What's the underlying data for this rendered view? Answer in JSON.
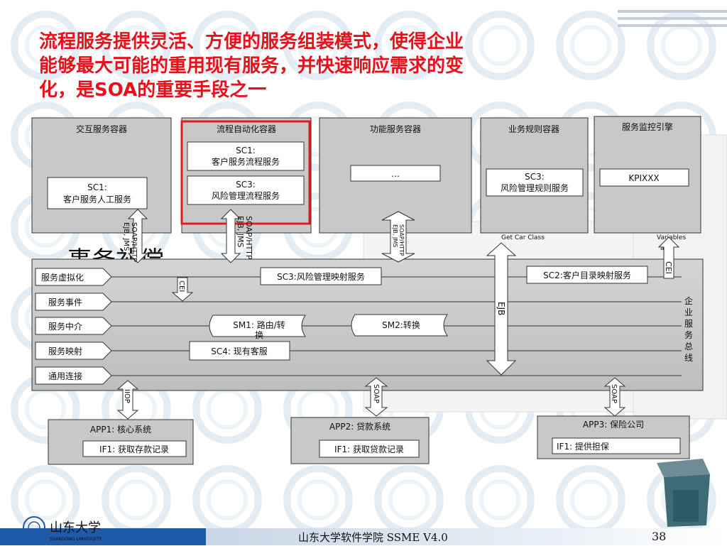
{
  "slide": {
    "title_lines": [
      "流程服务提供灵活、方便的服务组装模式，使得企业",
      "能够最大可能的重用现有服务，并快速响应需求的变",
      "化，是SOA的重要手段之一"
    ],
    "footer": "山东大学软件学院    SSME V4.0",
    "page_number": "38",
    "school_logo_text": "山东大学",
    "school_logo_sub": "SHANDONG UNIVERSITY"
  },
  "background_text": {
    "line1": "事务补偿",
    "line2": "Get Car Class",
    "line3": "Variables",
    "line4": "able"
  },
  "containers": {
    "interaction": {
      "title": "交互服务容器",
      "sc_label": "SC1:",
      "sc_name": "客户服务人工服务"
    },
    "process": {
      "title": "流程自动化容器",
      "sc1_label": "SC1:",
      "sc1_name": "客户服务流程服务",
      "sc3_label": "SC3:",
      "sc3_name": "风险管理流程服务"
    },
    "function": {
      "title": "功能服务容器",
      "item": "…"
    },
    "rules": {
      "title": "业务规则容器",
      "sc_label": "SC3:",
      "sc_name": "风险管理规则服务"
    },
    "monitor": {
      "title": "服务监控引擎",
      "item": "KPIXXX"
    }
  },
  "arrows": {
    "a1": "SOAP/HTTP",
    "a1b": "EJB, JMS",
    "a2": "SOAP/HTTP",
    "a2b": "EJB, JMS",
    "a3": "SOAP/HTTP",
    "a3b": "EJB, JMS",
    "cei_left": "CEI",
    "cei_right": "CEI",
    "ejb": "EJB",
    "iiop": "IIOP",
    "soap_mid": "SOAP",
    "soap_right": "SOAP"
  },
  "bus": {
    "name_chars": [
      "企",
      "业",
      "服",
      "务",
      "总",
      "线"
    ],
    "layers": [
      "服务虚拟化",
      "服务事件",
      "服务中介",
      "服务映射",
      "通用连接"
    ],
    "sc3_map": "SC3:风险管理映射服务",
    "sc2_map": "SC2:客户目录映射服务",
    "sm1_a": "SM1: 路由/转",
    "sm1_b": "换",
    "sm2": "SM2:转换",
    "sc4": "SC4: 现有客服"
  },
  "apps": {
    "app1": {
      "title": "APP1: 核心系统",
      "iface": "IF1: 获取存款记录"
    },
    "app2": {
      "title": "APP2: 贷款系统",
      "iface": "IF1: 获取贷款记录"
    },
    "app3": {
      "title": "APP3: 保险公司",
      "iface": "IF1: 提供担保"
    }
  },
  "colors": {
    "title": "#e8101a",
    "box_fill": "#c8c8c8",
    "highlight": "#e31b1b"
  }
}
